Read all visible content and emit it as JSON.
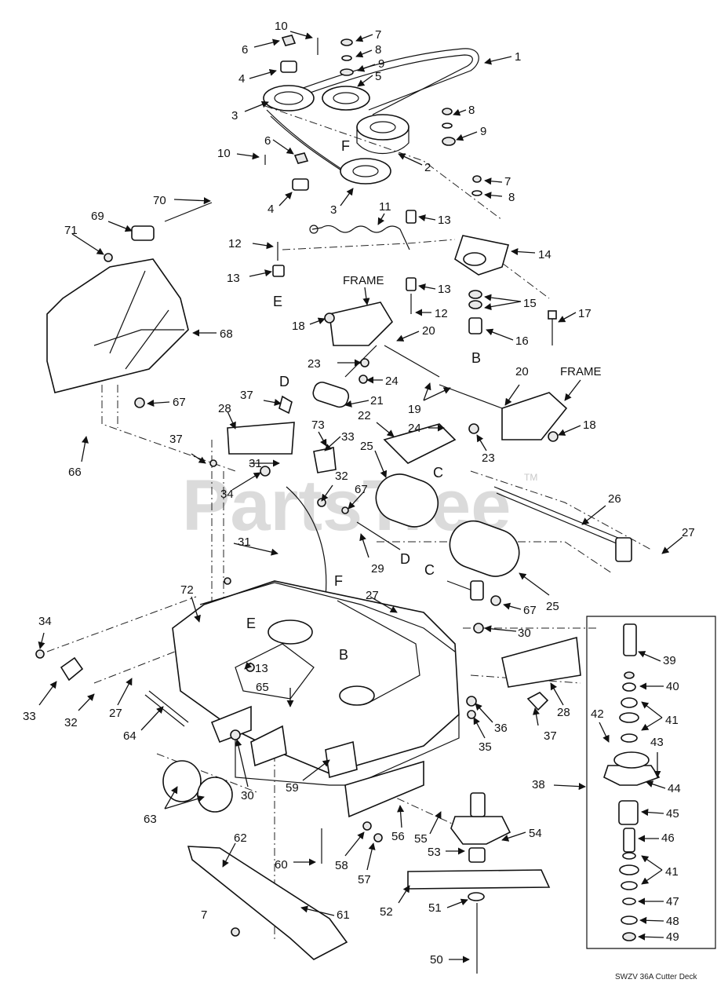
{
  "watermark": "PartsTree",
  "watermark_mark": "TM",
  "caption": "SWZV 36A Cutter Deck",
  "frame_labels": [
    "FRAME",
    "FRAME"
  ],
  "letters": [
    "F",
    "E",
    "B",
    "D",
    "C",
    "D",
    "C",
    "F",
    "E",
    "B"
  ],
  "callouts": [
    "1",
    "2",
    "3",
    "3",
    "4",
    "4",
    "5",
    "6",
    "6",
    "7",
    "7",
    "7",
    "8",
    "8",
    "8",
    "9",
    "9",
    "10",
    "10",
    "11",
    "12",
    "12",
    "13",
    "13",
    "13",
    "13",
    "14",
    "15",
    "16",
    "17",
    "18",
    "18",
    "19",
    "20",
    "20",
    "21",
    "22",
    "23",
    "23",
    "24",
    "24",
    "25",
    "25",
    "26",
    "27",
    "27",
    "27",
    "28",
    "28",
    "29",
    "30",
    "30",
    "31",
    "31",
    "32",
    "32",
    "33",
    "33",
    "34",
    "34",
    "35",
    "36",
    "37",
    "37",
    "37",
    "38",
    "39",
    "40",
    "41",
    "41",
    "42",
    "43",
    "44",
    "45",
    "46",
    "47",
    "48",
    "49",
    "50",
    "51",
    "52",
    "53",
    "54",
    "55",
    "56",
    "57",
    "58",
    "59",
    "60",
    "61",
    "62",
    "63",
    "64",
    "65",
    "66",
    "67",
    "67",
    "67",
    "68",
    "69",
    "70",
    "71",
    "72",
    "73"
  ]
}
